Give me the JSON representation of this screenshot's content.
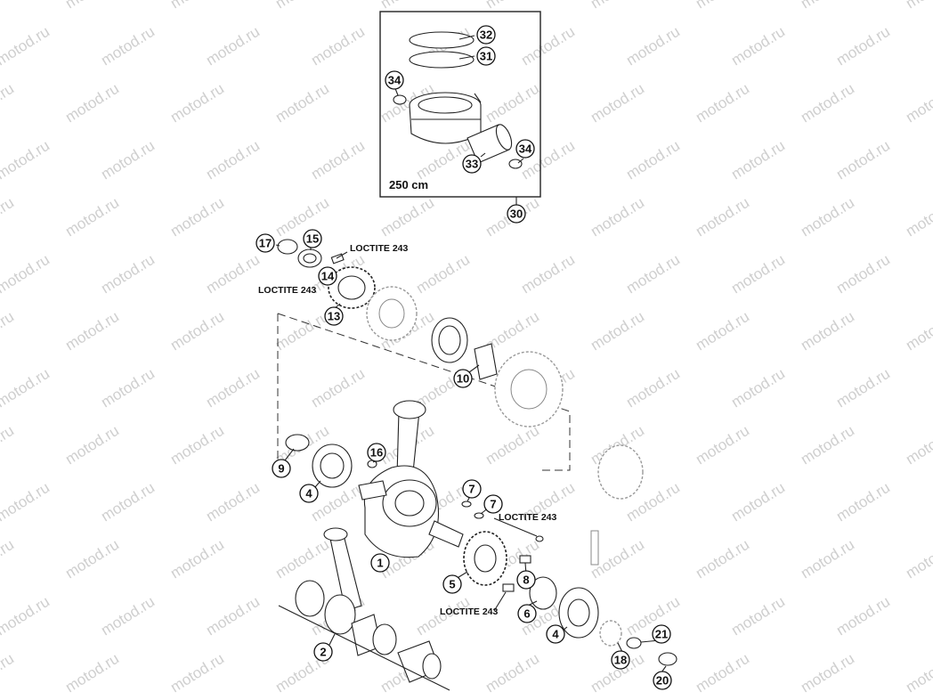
{
  "watermark": "motod.ru",
  "piston_kit": {
    "label": "250 cm"
  },
  "notes": [
    "LOCTITE 243",
    "LOCTITE 243",
    "LOCTITE 243",
    "LOCTITE 243"
  ],
  "callouts": [
    "32",
    "31",
    "34",
    "34",
    "33",
    "30",
    "17",
    "15",
    "14",
    "13",
    "10",
    "16",
    "9",
    "4",
    "7",
    "7",
    "1",
    "5",
    "8",
    "6",
    "4",
    "2",
    "18",
    "21",
    "20"
  ]
}
